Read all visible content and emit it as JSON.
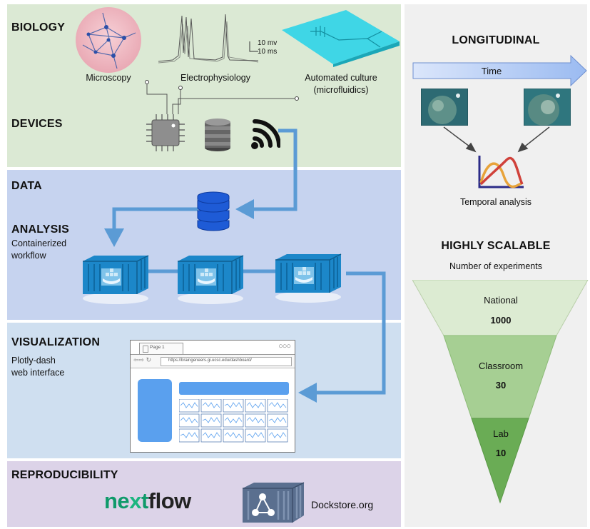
{
  "colors": {
    "biology_band": "#dbe9d4",
    "data_band": "#c6d3ef",
    "visualization_band": "#cfdff0",
    "reproducibility_band": "#dcd3e8",
    "right_panel": "#f0f0f0",
    "flow_arrow": "#5b9bd5",
    "pyramid_top": "#dcebd2",
    "pyramid_mid": "#a6cf93",
    "pyramid_bottom": "#6aac55"
  },
  "left": {
    "biology": {
      "title": "BIOLOGY",
      "items": [
        "Microscopy",
        "Electrophysiology",
        "Automated culture\n(microfluidics)"
      ],
      "scale_v": "10 mv",
      "scale_t": "10 ms"
    },
    "devices": {
      "title": "DEVICES",
      "icons": [
        "chip-icon",
        "database-icon",
        "wifi-icon"
      ]
    },
    "data": {
      "title": "DATA"
    },
    "analysis": {
      "title": "ANALYSIS",
      "subtitle": "Containerized\nworkflow",
      "containers": 3
    },
    "visualization": {
      "title": "VISUALIZATION",
      "subtitle": "Plotly-dash\nweb interface",
      "tab_label": "Page 1",
      "url": "https://braingeneers.gi.ucsc.edu/dashboard/"
    },
    "reproducibility": {
      "title": "REPRODUCIBILITY",
      "nextflow_part1": "ne",
      "nextflow_part2": "x",
      "nextflow_part3": "t",
      "nextflow_part4": "flow",
      "dockstore": "Dockstore.org"
    }
  },
  "right": {
    "longitudinal": {
      "title": "LONGITUDINAL",
      "time_label": "Time",
      "analysis_label": "Temporal analysis"
    },
    "scalable": {
      "title": "HIGHLY SCALABLE",
      "subtitle": "Number of experiments",
      "levels": [
        {
          "name": "National",
          "value": "1000"
        },
        {
          "name": "Classroom",
          "value": "30"
        },
        {
          "name": "Lab",
          "value": "10"
        }
      ]
    }
  }
}
